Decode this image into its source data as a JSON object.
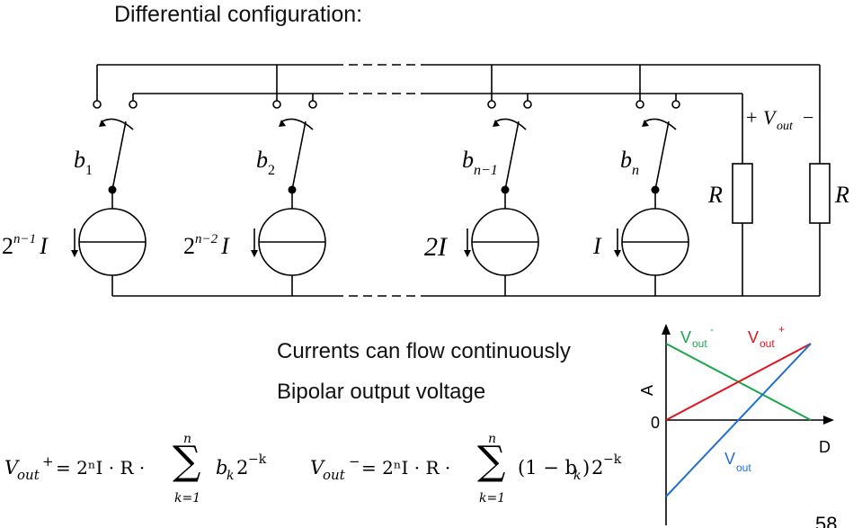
{
  "title": "Differential configuration:",
  "bullets": [
    "Currents can flow continuously",
    "Bipolar output voltage"
  ],
  "circuit": {
    "switch_labels": [
      {
        "base": "b",
        "sub": "1"
      },
      {
        "base": "b",
        "sub": "2"
      },
      {
        "base": "b",
        "sub": "n−1"
      },
      {
        "base": "b",
        "sub": "n"
      }
    ],
    "sources": [
      {
        "coef": "2",
        "exp": "n−1",
        "sym": "I"
      },
      {
        "coef": "2",
        "exp": "n−2",
        "sym": "I"
      },
      {
        "coef": "",
        "exp": "",
        "sym": "2I"
      },
      {
        "coef": "",
        "exp": "",
        "sym": "I"
      }
    ],
    "resistor_label": "R",
    "vout_plus": "+",
    "vout_label": "V",
    "vout_sub": "out",
    "vout_minus": "−"
  },
  "equations": {
    "plus": {
      "lhs": "V",
      "lhs_sub": "out",
      "lhs_sup": "+",
      "body": "= 2ⁿI · R ·",
      "term": "b",
      "term_sub": "k",
      "factor": "2",
      "factor_exp": "−k",
      "sum_top": "n",
      "sum_bottom": "k=1"
    },
    "minus": {
      "lhs": "V",
      "lhs_sub": "out",
      "lhs_sup": "−",
      "body": "= 2ⁿI · R ·",
      "term": "(1 − b",
      "term_sub": "k",
      "term_close": ")",
      "factor": "2",
      "factor_exp": "−k",
      "sum_top": "n",
      "sum_bottom": "k=1"
    }
  },
  "graph": {
    "y_axis_label": "A",
    "x_axis_label": "D",
    "origin_label": "0",
    "series": [
      {
        "name": "V",
        "sub": "out",
        "sup": "-",
        "color": "#1aa64a"
      },
      {
        "name": "V",
        "sub": "out",
        "sup": "+",
        "color": "#e0141e"
      },
      {
        "name": "V",
        "sub": "out",
        "sup": "",
        "color": "#1f6fd1"
      }
    ]
  },
  "page_number": "58"
}
